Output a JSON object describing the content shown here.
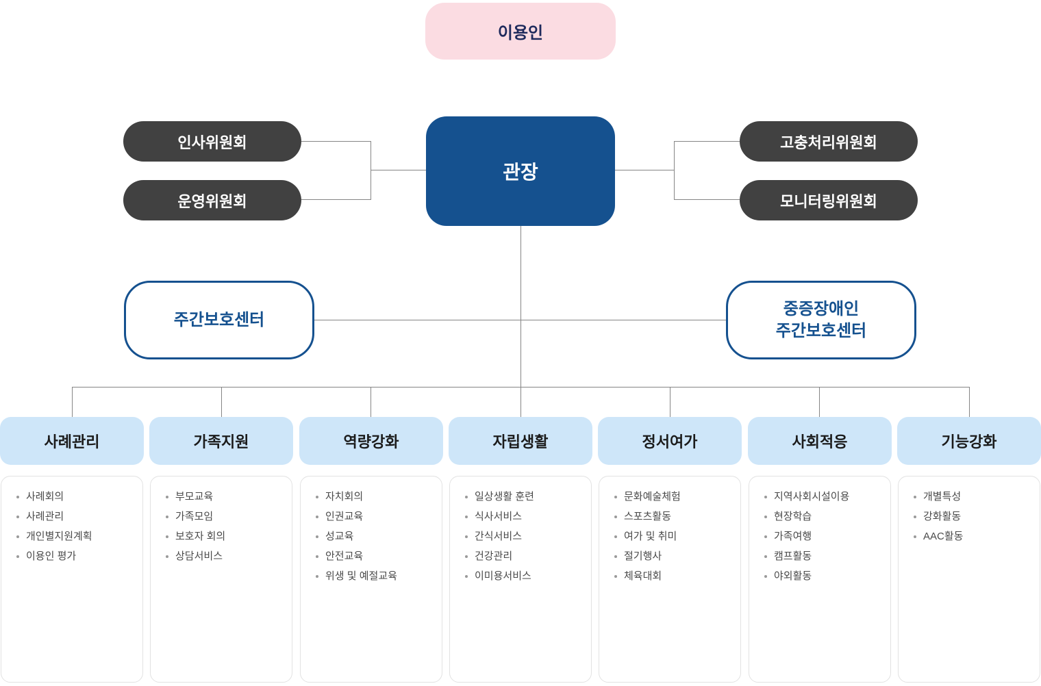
{
  "org_chart": {
    "top": {
      "label": "이용인"
    },
    "director": {
      "label": "관장"
    },
    "left_committees": [
      {
        "label": "인사위원회"
      },
      {
        "label": "운영위원회"
      }
    ],
    "right_committees": [
      {
        "label": "고충처리위원회"
      },
      {
        "label": "모니터링위원회"
      }
    ],
    "centers": [
      {
        "lines": [
          "주간보호센터"
        ]
      },
      {
        "lines": [
          "중증장애인",
          "주간보호센터"
        ]
      }
    ],
    "programs": [
      {
        "title": "사례관리",
        "items": [
          "사례회의",
          "사례관리",
          "개인별지원계획",
          "이용인 평가"
        ]
      },
      {
        "title": "가족지원",
        "items": [
          "부모교육",
          "가족모임",
          "보호자 회의",
          "상담서비스"
        ]
      },
      {
        "title": "역량강화",
        "items": [
          "자치회의",
          "인권교육",
          "성교육",
          "안전교육",
          "위생 및 예절교육"
        ]
      },
      {
        "title": "자립생활",
        "items": [
          "일상생활 훈련",
          "식사서비스",
          "간식서비스",
          "건강관리",
          "이미용서비스"
        ]
      },
      {
        "title": "정서여가",
        "items": [
          "문화예술체험",
          "스포츠활동",
          "여가 및 취미",
          "절기행사",
          "체육대회"
        ]
      },
      {
        "title": "사회적응",
        "items": [
          "지역사회시설이용",
          "현장학습",
          "가족여행",
          "캠프활동",
          "야외활동"
        ]
      },
      {
        "title": "기능강화",
        "items": [
          "개별특성",
          "강화활동",
          "AAC활동"
        ]
      }
    ],
    "colors": {
      "top_bg": "#fbdce2",
      "top_text": "#1e2a5c",
      "director_bg": "#15518f",
      "committee_bg": "#414141",
      "center_border": "#15518f",
      "program_header_bg": "#cee6f9",
      "connector": "#858585"
    }
  }
}
